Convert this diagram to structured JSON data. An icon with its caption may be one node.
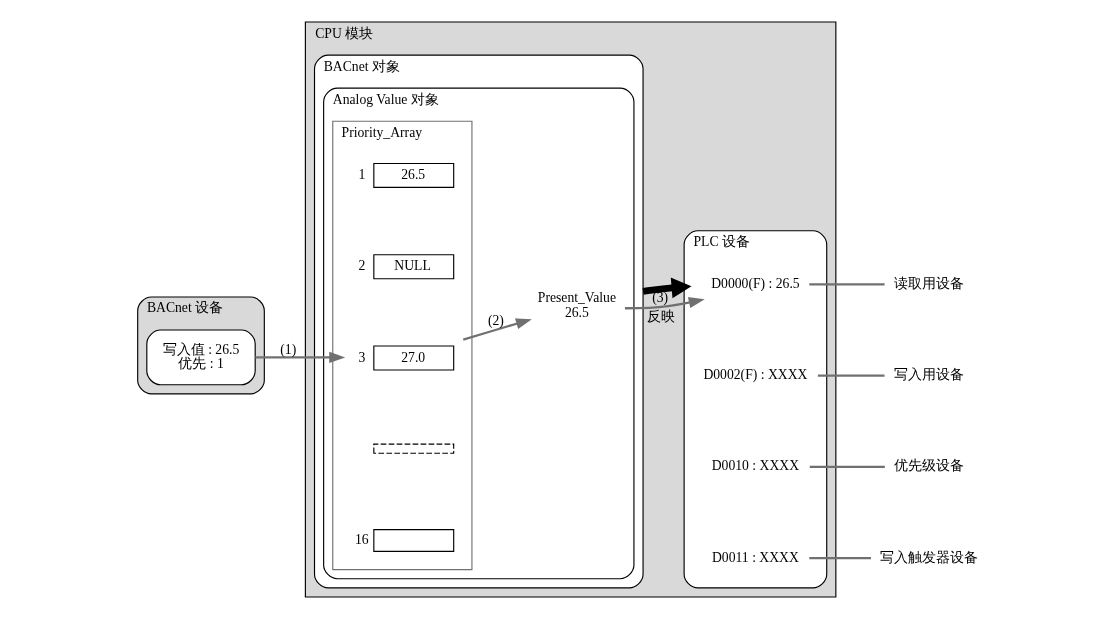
{
  "diagram": {
    "nodes": [
      {
        "text": [
          "BACnet 设备"
        ]
      },
      {
        "text": [
          "写入值 : 26.5",
          "优先 : 1"
        ],
        "in": 0
      },
      {
        "text": [
          "CPU 模块"
        ]
      },
      {
        "text": [
          "BACnet 对象"
        ],
        "in": 2
      },
      {
        "text": [
          "Analog Value 对象"
        ],
        "in": 3
      },
      {
        "text": [
          "Present_Value",
          "26.5"
        ],
        "in": 4
      },
      {
        "text": [
          "Priority_Array"
        ],
        "in": 4
      },
      {
        "text": [
          "1",
          "26.5"
        ],
        "in": 6
      },
      {
        "text": [
          "2",
          "NULL"
        ],
        "in": 6
      },
      {
        "text": [
          "3",
          "27.0"
        ],
        "in": 6
      },
      {
        "text": [],
        "shape": "box",
        "in": 6
      },
      {
        "text": [
          "16"
        ],
        "in": 6
      },
      {
        "text": [
          "PLC 设备"
        ],
        "in": 2
      },
      {
        "text": [
          "D0000(F) : 26.5"
        ],
        "in": 12
      },
      {
        "text": [
          "D0002(F) : XXXX"
        ],
        "in": 12
      },
      {
        "text": [
          "D0010 : XXXX"
        ],
        "in": 12
      },
      {
        "text": [
          "D0011 : XXXX"
        ],
        "in": 12
      },
      {
        "text": [
          "读取用设备"
        ]
      },
      {
        "text": [
          "写入用设备"
        ]
      },
      {
        "text": [
          "优先级设备"
        ]
      },
      {
        "text": [
          "写入触发器设备"
        ]
      }
    ],
    "edges": [
      {
        "from": 1,
        "to": 9,
        "arrow": "to",
        "label": "(1)"
      },
      {
        "from": 9,
        "to": 5,
        "arrow": "to",
        "label": "(2)"
      },
      {
        "from": 5,
        "to": 13,
        "arrow": "to",
        "label": "(3)"
      },
      {
        "from": 3,
        "to": 12,
        "arrow": "to",
        "label": "反映",
        "style": "thick",
        "color": "#000000"
      },
      {
        "from": 13,
        "to": 17,
        "arrow": "none"
      },
      {
        "from": 14,
        "to": 18,
        "arrow": "none"
      },
      {
        "from": 15,
        "to": 19,
        "arrow": "none"
      },
      {
        "from": 16,
        "to": 20,
        "arrow": "none"
      }
    ]
  }
}
